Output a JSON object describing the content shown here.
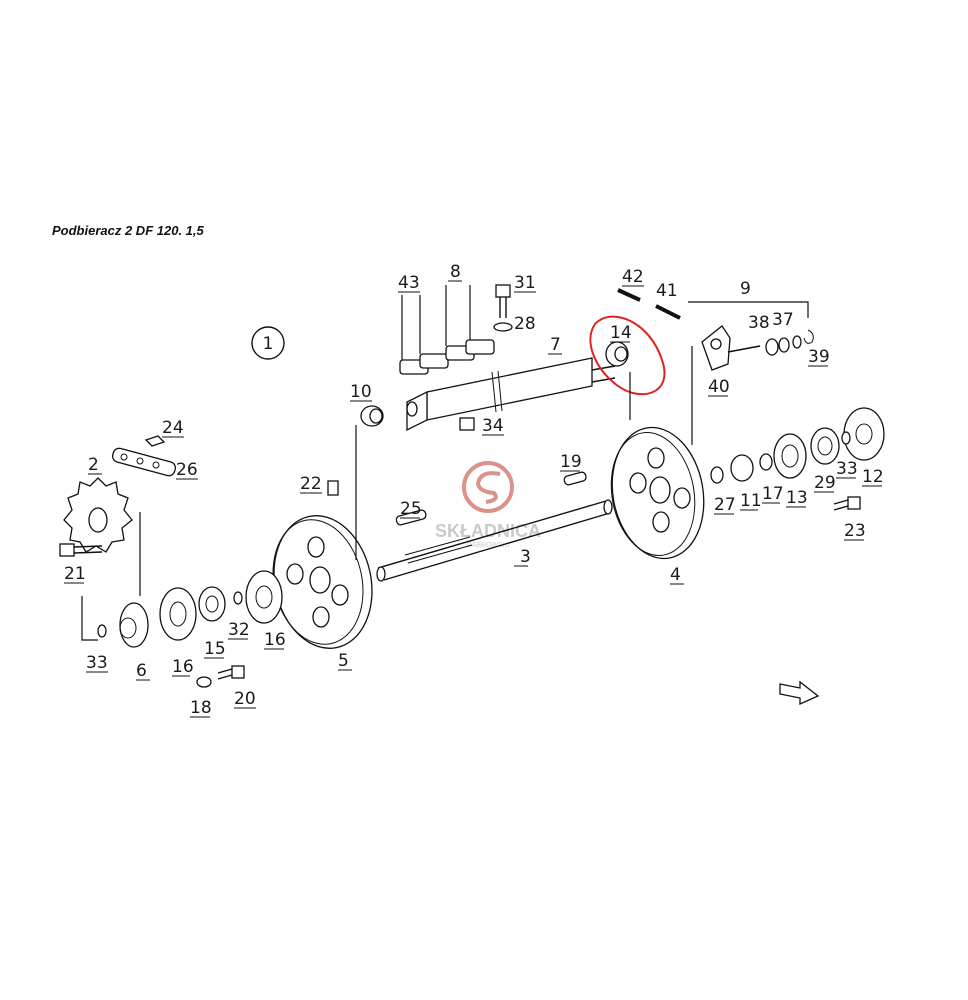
{
  "title": "Podbieracz 2  DF 120. 1,5",
  "view_number": "1",
  "watermark": {
    "name": "SKŁADNICA",
    "sub": "DABROWSKI",
    "color": "#c0392b"
  },
  "highlight_color": "#e02020",
  "highlighted_part": "14",
  "parts": {
    "p2": "2",
    "p3": "3",
    "p4": "4",
    "p5": "5",
    "p6": "6",
    "p7": "7",
    "p8": "8",
    "p9": "9",
    "p10": "10",
    "p11": "11",
    "p12": "12",
    "p13": "13",
    "p14": "14",
    "p15": "15",
    "p16a": "16",
    "p16b": "16",
    "p17": "17",
    "p18": "18",
    "p19": "19",
    "p20": "20",
    "p21": "21",
    "p22": "22",
    "p23": "23",
    "p24": "24",
    "p25": "25",
    "p26": "26",
    "p27": "27",
    "p28": "28",
    "p29": "29",
    "p31": "31",
    "p32": "32",
    "p33a": "33",
    "p33b": "33",
    "p34": "34",
    "p37": "37",
    "p38": "38",
    "p39": "39",
    "p40": "40",
    "p41": "41",
    "p42": "42",
    "p43": "43"
  }
}
